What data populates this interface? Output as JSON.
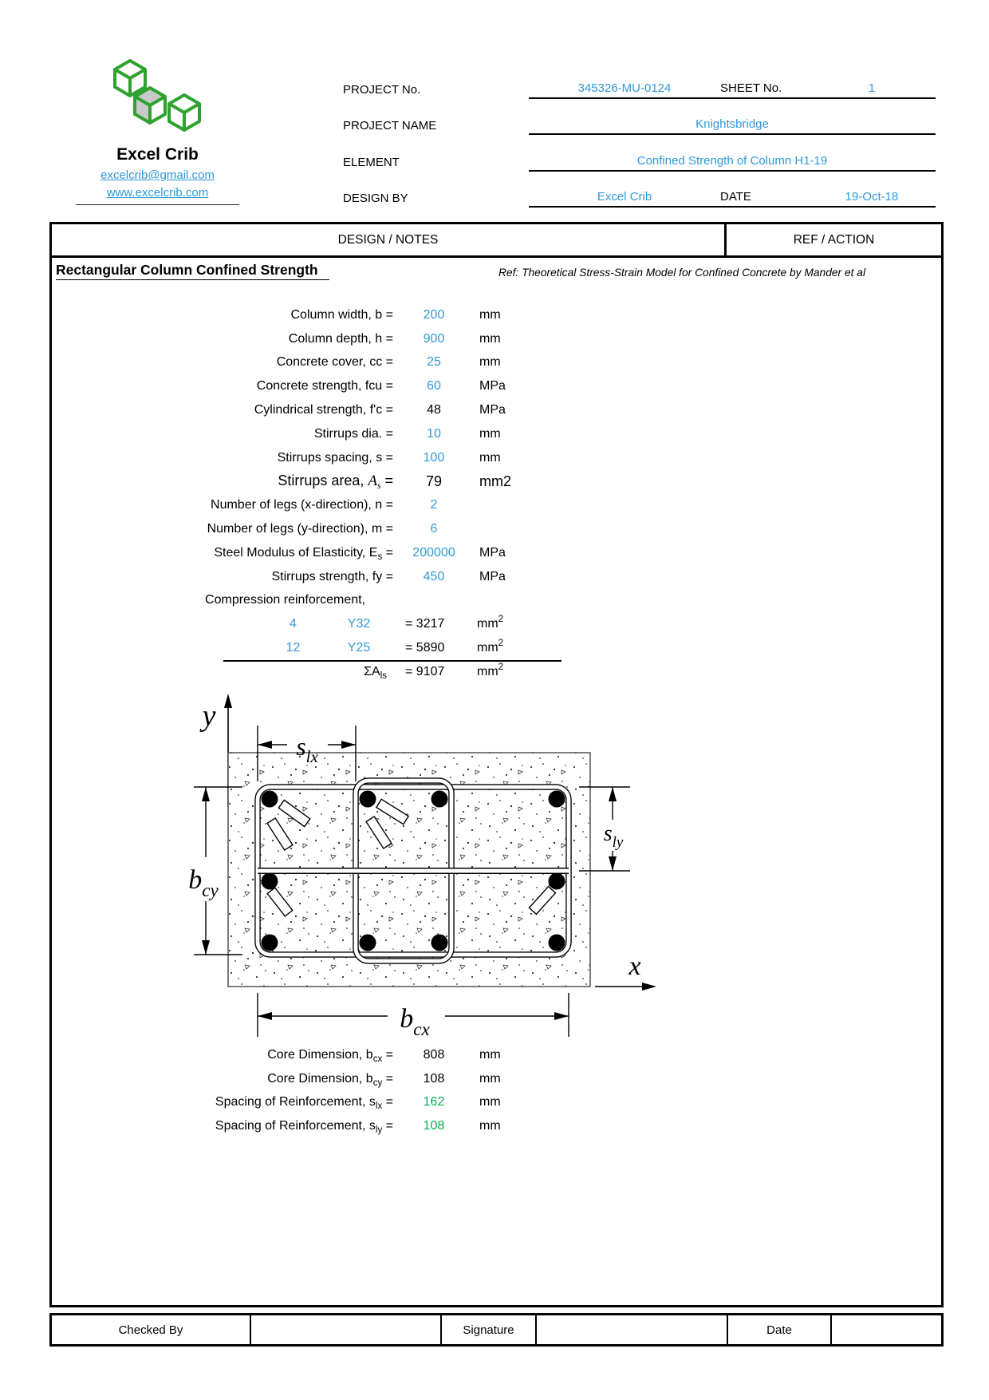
{
  "colors": {
    "value_blue": "#2E9AD8",
    "value_green": "#00B050",
    "logo_green": "#2EA12E"
  },
  "brand": {
    "name": "Excel Crib",
    "email": "excelcrib@gmail.com",
    "website": "www.excelcrib.com"
  },
  "project": {
    "row1": {
      "label": "PROJECT No.",
      "value": "345326-MU-0124",
      "label2": "SHEET No.",
      "value2": "1"
    },
    "row2": {
      "label": "PROJECT NAME",
      "value": "Knightsbridge"
    },
    "row3": {
      "label": "ELEMENT",
      "value": "Confined Strength of Column H1-19"
    },
    "row4": {
      "label": "DESIGN BY",
      "value": "Excel Crib",
      "label2": "DATE",
      "value2": "19-Oct-18"
    }
  },
  "sheet": {
    "design_notes": "DESIGN / NOTES",
    "ref_action": "REF / ACTION",
    "section_title": "Rectangular Column Confined Strength",
    "reference": "Ref: Theoretical Stress-Strain Model for Confined Concrete by Mander et al"
  },
  "parameters": [
    {
      "pre": "Column width, b",
      "sym": "",
      "sub": "",
      "post": " =",
      "value": "200",
      "unit": "mm"
    },
    {
      "pre": "Column depth, h",
      "sym": "",
      "sub": "",
      "post": " =",
      "value": "900",
      "unit": "mm"
    },
    {
      "pre": "Concrete cover, cc",
      "sym": "",
      "sub": "",
      "post": " =",
      "value": "25",
      "unit": "mm"
    },
    {
      "pre": "Concrete strength, fcu",
      "sym": "",
      "sub": "",
      "post": " =",
      "value": "60",
      "unit": "MPa"
    },
    {
      "pre": "Cylindrical strength, f'c",
      "sym": "",
      "sub": "",
      "post": " =",
      "value": "48",
      "unit": "MPa"
    },
    {
      "pre": "Stirrups dia.",
      "sym": "",
      "sub": "",
      "post": " =",
      "value": "10",
      "unit": "mm"
    },
    {
      "pre": "Stirrups spacing, s",
      "sym": "",
      "sub": "",
      "post": " =",
      "value": "100",
      "unit": "mm"
    },
    {
      "pre": "Stirrups area, ",
      "sym": "A",
      "sub": "s",
      "post": " =",
      "value": "79",
      "unit": "mm2"
    },
    {
      "pre": "Number of legs (x-direction), n",
      "sym": "",
      "sub": "",
      "post": " =",
      "value": "2",
      "unit": ""
    },
    {
      "pre": "Number of legs (y-direction), m",
      "sym": "",
      "sub": "",
      "post": " =",
      "value": "6",
      "unit": ""
    },
    {
      "pre": "Steel Modulus of Elasticity, E",
      "sym": "",
      "sub": "s",
      "post": " =",
      "value": "200000",
      "unit": "MPa"
    },
    {
      "pre": "Stirrups strength, fy",
      "sym": "",
      "sub": "",
      "post": " =",
      "value": "450",
      "unit": "MPa"
    }
  ],
  "compression": {
    "heading": "Compression reinforcement,",
    "rows": [
      {
        "qty": "4",
        "size": "Y32",
        "eq": "= 3217",
        "unit": "mm",
        "unit_sup": "2"
      },
      {
        "qty": "12",
        "size": "Y25",
        "eq": "= 5890",
        "unit": "mm",
        "unit_sup": "2"
      }
    ],
    "total_sym": "ΣA",
    "total_sub": "ls",
    "total_eq": "= 9107",
    "total_unit": "mm",
    "total_unit_sup": "2"
  },
  "diagram": {
    "y_axis": "y",
    "x_axis": "x",
    "slx_sym": "s",
    "slx_sub": "lx",
    "sly_sym": "s",
    "sly_sub": "ly",
    "bcy_sym": "b",
    "bcy_sub": "cy",
    "bcx_sym": "b",
    "bcx_sub": "cx"
  },
  "results": [
    {
      "pre": "Core Dimension, b",
      "sub": "cx",
      "post": " =",
      "value": "808",
      "unit": "mm"
    },
    {
      "pre": "Core Dimension, b",
      "sub": "cy",
      "post": " =",
      "value": "108",
      "unit": "mm"
    },
    {
      "pre": "Spacing of Reinforcement, s",
      "sub": "lx",
      "post": " =",
      "value": "162",
      "unit": "mm"
    },
    {
      "pre": "Spacing of Reinforcement, s",
      "sub": "ly",
      "post": " =",
      "value": "108",
      "unit": "mm"
    }
  ],
  "footer": {
    "checked_by": "Checked By",
    "signature": "Signature",
    "date": "Date"
  }
}
